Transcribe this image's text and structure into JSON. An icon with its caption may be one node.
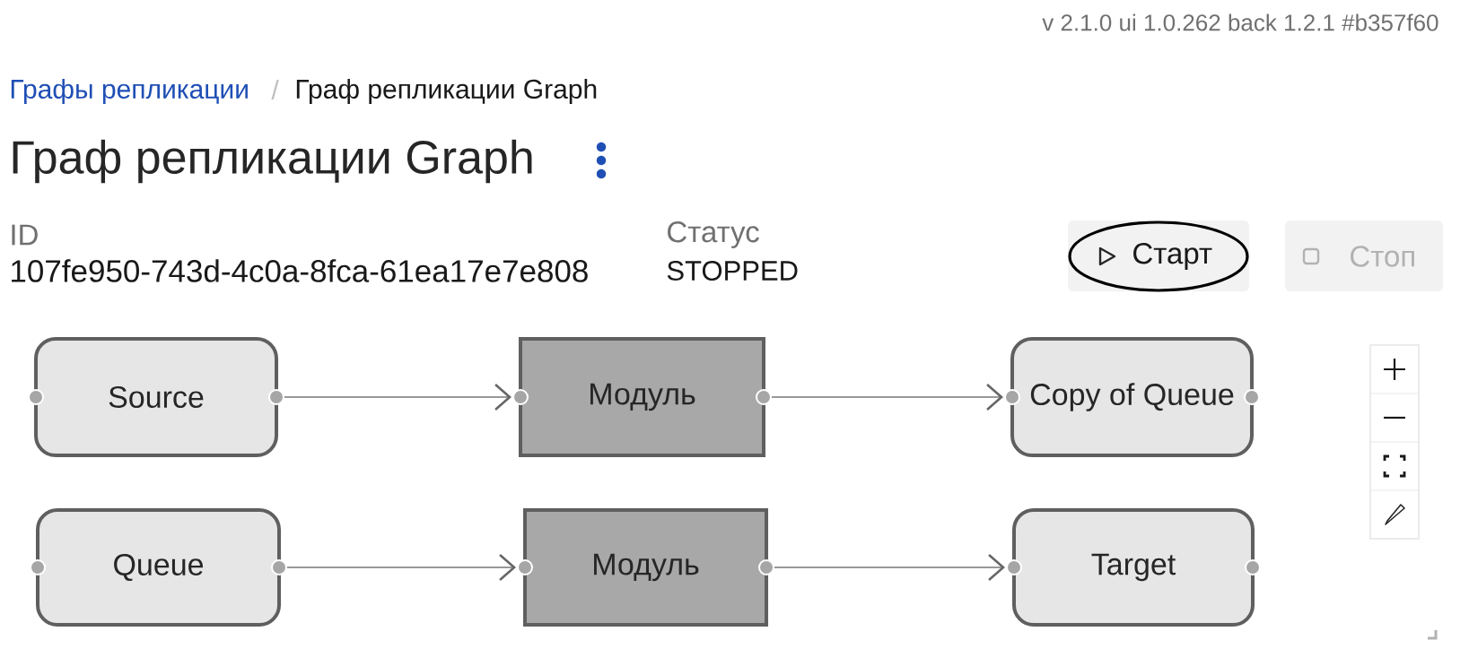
{
  "diagram": {
    "title": "Граф репликации Graph",
    "nodes": [
      {
        "text": [
          "Source"
        ]
      },
      {
        "text": [
          "Модуль"
        ]
      },
      {
        "text": [
          "Copy of Queue"
        ]
      },
      {
        "text": [
          "Queue"
        ]
      },
      {
        "text": [
          "Модуль"
        ]
      },
      {
        "text": [
          "Target"
        ]
      }
    ],
    "edges": [
      {
        "from": 0,
        "to": 1,
        "arrow": "to"
      },
      {
        "from": 1,
        "to": 2,
        "arrow": "to"
      },
      {
        "from": 3,
        "to": 4,
        "arrow": "to"
      },
      {
        "from": 4,
        "to": 5,
        "arrow": "to"
      }
    ],
    "labels": [
      "v 2.1.0  ui 1.0.262  back 1.2.1  #b357f60",
      "Графы репликации",
      "/",
      "Граф репликации Graph",
      "ID",
      "107fe950-743d-4c0a-8fca-61ea17e7e808",
      "Статус",
      "STOPPED",
      "Старт",
      "Стоп"
    ]
  }
}
